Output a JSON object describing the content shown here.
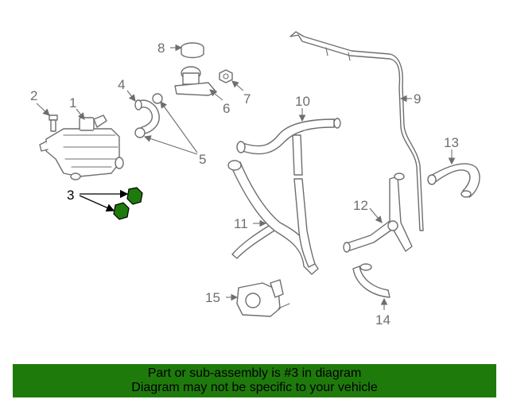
{
  "diagram": {
    "callouts": [
      "1",
      "2",
      "3",
      "4",
      "5",
      "6",
      "7",
      "8",
      "9",
      "10",
      "11",
      "12",
      "13",
      "14",
      "15"
    ],
    "highlight_color": "#1f7a0c",
    "line_color": "#6e6e6e"
  },
  "banner": {
    "line1": "Part or sub-assembly is #3 in diagram",
    "line2": "Diagram may not be specific to your vehicle",
    "background": "#1f7a0c"
  }
}
